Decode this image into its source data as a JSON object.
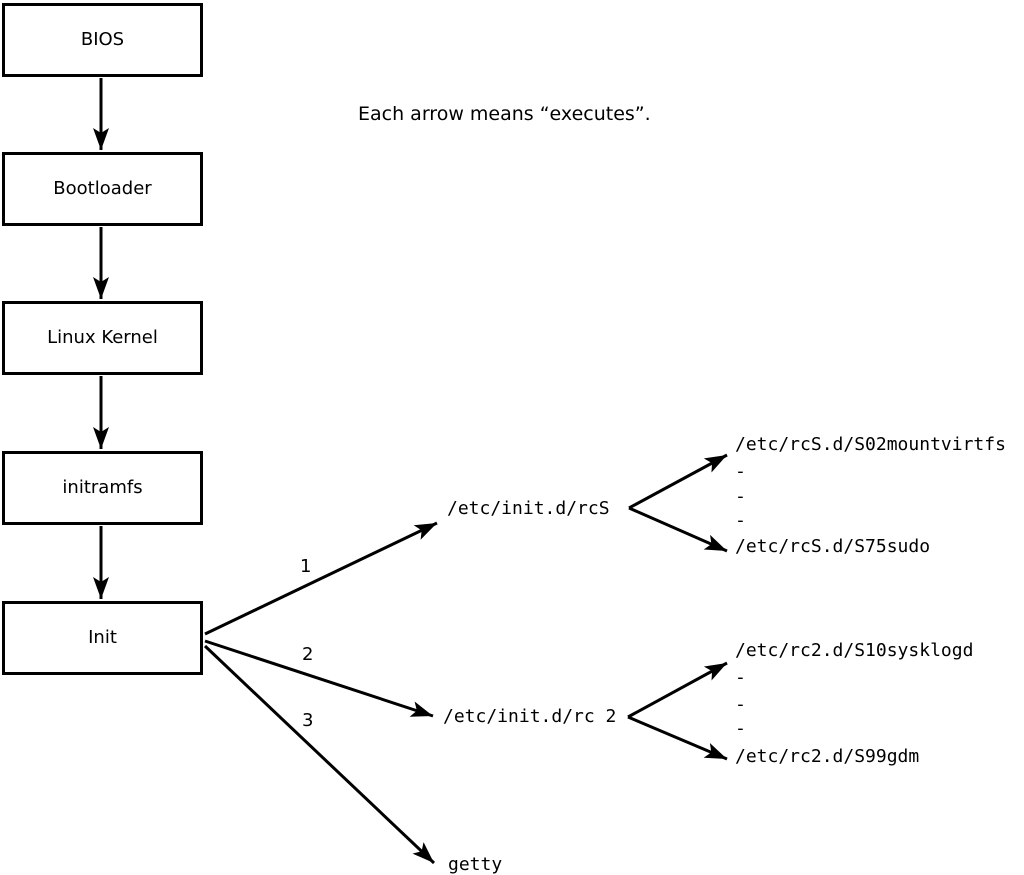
{
  "note": "Each arrow means “executes”.",
  "boot_chain": [
    {
      "label": "BIOS"
    },
    {
      "label": "Bootloader"
    },
    {
      "label": "Linux Kernel"
    },
    {
      "label": "initramfs"
    },
    {
      "label": "Init"
    }
  ],
  "init_branches": [
    {
      "number": "1",
      "target": "/etc/init.d/rcS",
      "children": [
        "/etc/rcS.d/S02mountvirtfs",
        "-",
        "-",
        "-",
        "/etc/rcS.d/S75sudo"
      ]
    },
    {
      "number": "2",
      "target": "/etc/init.d/rc 2",
      "children": [
        "/etc/rc2.d/S10sysklogd",
        "-",
        "-",
        "-",
        "/etc/rc2.d/S99gdm"
      ]
    },
    {
      "number": "3",
      "target": "getty",
      "children": []
    }
  ],
  "colors": {
    "foreground": "#000000",
    "background": "#ffffff"
  }
}
